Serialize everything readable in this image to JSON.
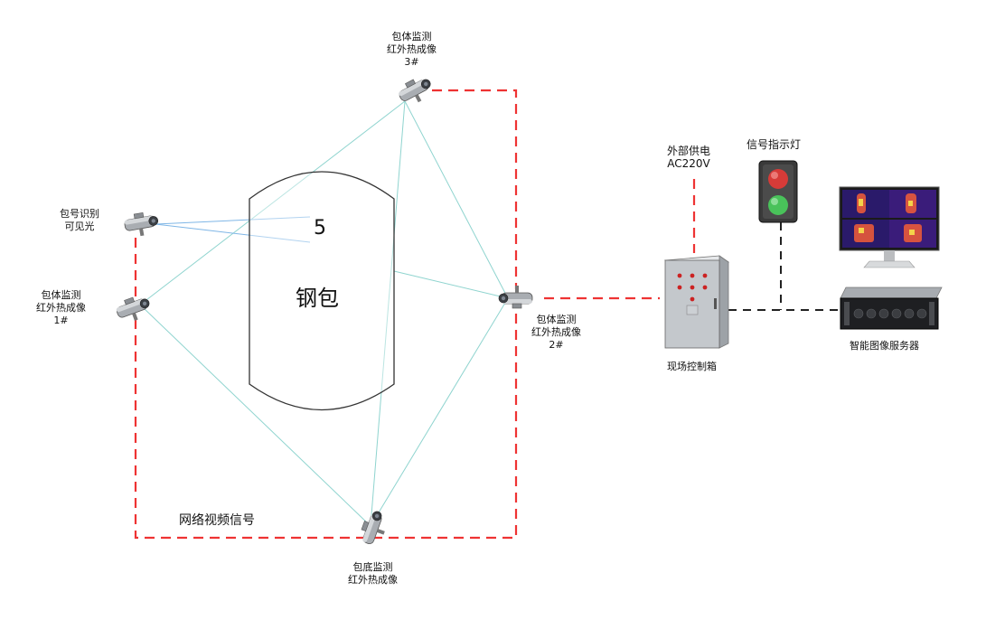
{
  "vessel": {
    "name": "钢包",
    "number": "5"
  },
  "cameras": {
    "cam1": {
      "line1": "包体监测",
      "line2": "红外热成像",
      "line3": "1#"
    },
    "cam2": {
      "line1": "包体监测",
      "line2": "红外热成像",
      "line3": "2#"
    },
    "cam3": {
      "line1": "包体监测",
      "line2": "红外热成像",
      "line3": "3#"
    },
    "id_cam": {
      "line1": "包号识别",
      "line2": "可见光"
    },
    "bottom_cam": {
      "line1": "包底监测",
      "line2": "红外热成像"
    }
  },
  "network": {
    "label": "网络视频信号"
  },
  "power": {
    "line1": "外部供电",
    "line2": "AC220V"
  },
  "signal_light": {
    "label": "信号指示灯"
  },
  "control_box": {
    "label": "现场控制箱"
  },
  "server": {
    "label": "智能图像服务器"
  },
  "colors": {
    "red_dashed": "#ee3333",
    "black_dashed": "#222222",
    "sight_line": "#8fd4cf",
    "id_sight_line": "#7fb6e6"
  }
}
